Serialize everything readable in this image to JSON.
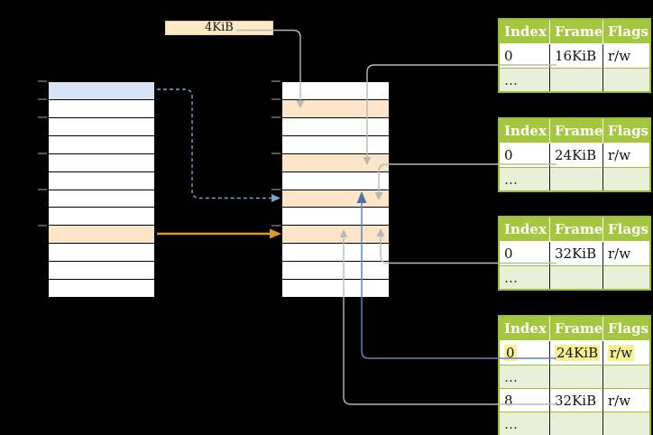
{
  "canvas": {
    "background": "#000000"
  },
  "size_label": {
    "text": "4KiB"
  },
  "virtual_memory_column": {
    "rows": 12,
    "blue_row_index": 0,
    "orange_row_index": 8,
    "tick_addresses_rows": [
      0,
      1,
      2,
      4,
      6,
      8
    ]
  },
  "physical_memory_column": {
    "rows": 12,
    "orange_row_indices": [
      1,
      4,
      6,
      8
    ],
    "tick_addresses_rows": [
      0,
      1,
      2,
      4,
      6,
      8
    ]
  },
  "page_tables": [
    {
      "name": "page-table-16kib",
      "headers": [
        "Index",
        "Frame",
        "Flags"
      ],
      "rows": [
        [
          "0",
          "16KiB",
          "r/w"
        ],
        [
          "…",
          "",
          ""
        ]
      ]
    },
    {
      "name": "page-table-24kib",
      "headers": [
        "Index",
        "Frame",
        "Flags"
      ],
      "rows": [
        [
          "0",
          "24KiB",
          "r/w"
        ],
        [
          "…",
          "",
          ""
        ]
      ]
    },
    {
      "name": "page-table-32kib",
      "headers": [
        "Index",
        "Frame",
        "Flags"
      ],
      "rows": [
        [
          "0",
          "32KiB",
          "r/w"
        ],
        [
          "…",
          "",
          ""
        ]
      ]
    },
    {
      "name": "page-table-mixed",
      "headers": [
        "Index",
        "Frame",
        "Flags"
      ],
      "rows": [
        [
          "0",
          "24KiB",
          "r/w"
        ],
        [
          "…",
          "",
          ""
        ],
        [
          "8",
          "32KiB",
          "r/w"
        ],
        [
          "…",
          "",
          ""
        ]
      ],
      "highlighted_row_index": 0
    }
  ],
  "connections": [
    {
      "from": "4kib-label",
      "to": "physical-row-1",
      "style": "solid",
      "color": "#b8b8b8"
    },
    {
      "from": "page-table-16kib-row-0",
      "to": "physical-row-4",
      "style": "solid",
      "color": "#b8b8b8"
    },
    {
      "from": "page-table-24kib-row-0",
      "to": "physical-row-6",
      "style": "solid",
      "color": "#b8b8b8"
    },
    {
      "from": "page-table-32kib-row-0",
      "to": "physical-row-8",
      "style": "solid",
      "color": "#b8b8b8"
    },
    {
      "from": "virtual-row-0",
      "to": "physical-row-6",
      "style": "dashed",
      "color": "#7da2d4"
    },
    {
      "from": "virtual-row-8",
      "to": "physical-row-8",
      "style": "solid",
      "color": "#d79b1f"
    },
    {
      "from": "page-table-mixed-row-0",
      "to": "physical-row-6",
      "style": "solid",
      "color": "#5f84bb"
    },
    {
      "from": "page-table-mixed-row-2",
      "to": "physical-row-8",
      "style": "solid",
      "color": "#b8b8b8"
    }
  ],
  "colors": {
    "green_header": "#a5c73f",
    "green_border": "#9dbd3c",
    "light_green_row": "#e9efd8",
    "orange_row": "#fce5c9",
    "blue_row": "#d8e4f6",
    "yellow_highlight": "#f7f193",
    "label_box": "#fbe9c4",
    "gray_arrow": "#b8b8b8",
    "blue_dashed_arrow": "#7da2d4",
    "blue_solid_arrow": "#5f84bb",
    "orange_arrow": "#d79b1f"
  }
}
